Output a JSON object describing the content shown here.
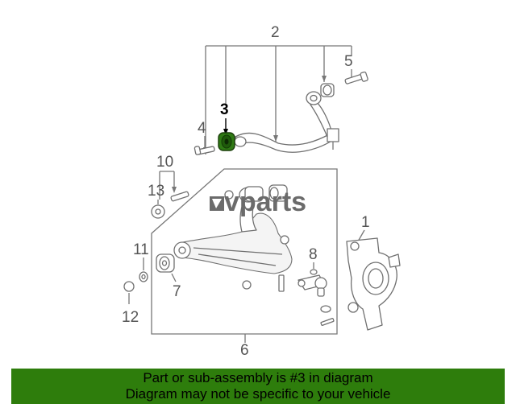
{
  "callouts": {
    "c1": "1",
    "c2": "2",
    "c3": "3",
    "c4": "4",
    "c5": "5",
    "c6": "6",
    "c7": "7",
    "c8": "8",
    "c10": "10",
    "c11": "11",
    "c12": "12",
    "c13": "13"
  },
  "watermark": {
    "brand": "vparts"
  },
  "banner": {
    "line1": "Part or sub-assembly is #3 in diagram",
    "line2": "Diagram may not be specific to your vehicle",
    "color": "#2e7d0c"
  },
  "highlight": {
    "part_number": "3",
    "color": "#2f7a14"
  }
}
